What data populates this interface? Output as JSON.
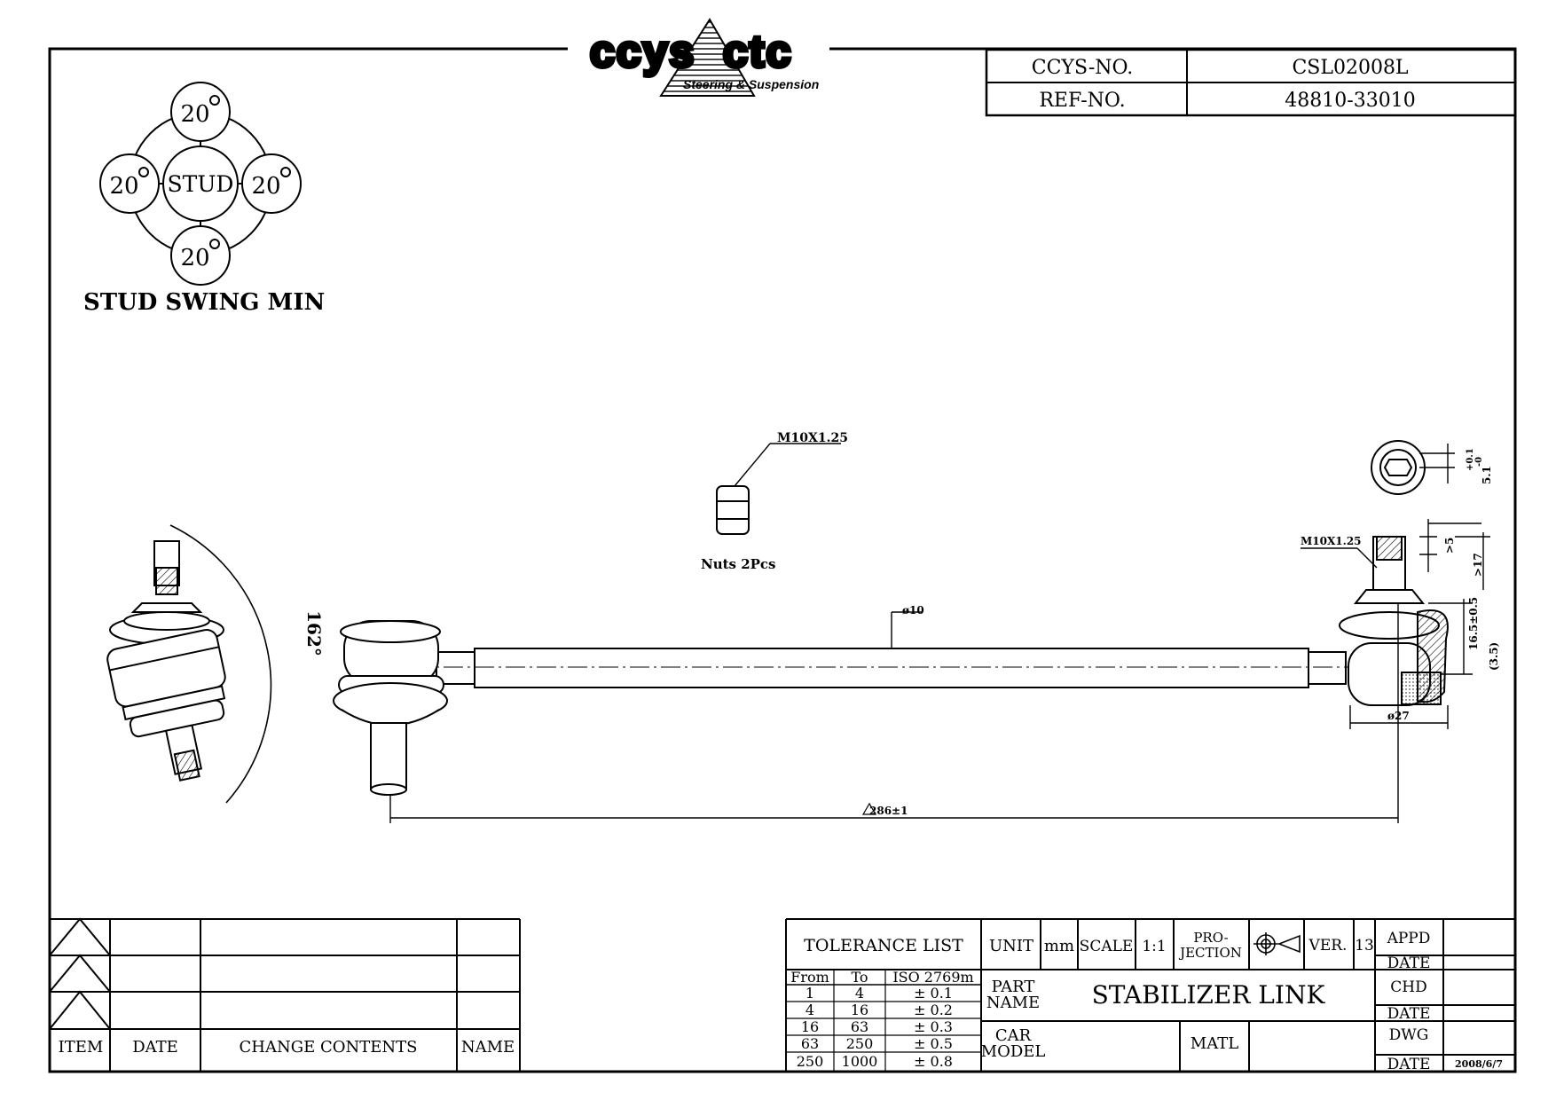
{
  "logo": {
    "brand": "CCYS CTC",
    "tagline": "Steering & Suspension"
  },
  "header_table": {
    "ccys_no_label": "CCYS-NO.",
    "ccys_no_value": "CSL02008L",
    "ref_no_label": "REF-NO.",
    "ref_no_value": "48810-33010"
  },
  "stud_swing": {
    "center_label": "STUD",
    "top": "20",
    "left": "20",
    "right": "20",
    "bottom": "20",
    "caption": "STUD SWING MIN"
  },
  "drawing": {
    "nut_thread": "M10X1.25",
    "nut_caption": "Nuts 2Pcs",
    "rod_diameter": "ø10",
    "swing_angle": "162°",
    "right_thread": "M10X1.25",
    "hex_dim": "5.1",
    "hex_tol_plus": "+0.1",
    "hex_tol_minus": "-0",
    "dim_gt5": ">5",
    "dim_gt17": ">17",
    "dim_165": "16.5±0.5",
    "dim_35": "(3.5)",
    "dim_phi27": "ø27",
    "length": "286±1"
  },
  "revision_table": {
    "headers": [
      "ITEM",
      "DATE",
      "CHANGE CONTENTS",
      "NAME"
    ]
  },
  "title_block": {
    "tolerance_title": "TOLERANCE LIST",
    "tol_headers": [
      "From",
      "To",
      "ISO 2769m"
    ],
    "tol_rows": [
      [
        "1",
        "4",
        "± 0.1"
      ],
      [
        "4",
        "16",
        "± 0.2"
      ],
      [
        "16",
        "63",
        "± 0.3"
      ],
      [
        "63",
        "250",
        "± 0.5"
      ],
      [
        "250",
        "1000",
        "± 0.8"
      ]
    ],
    "unit_label": "UNIT",
    "unit_value": "mm",
    "scale_label": "SCALE",
    "scale_value": "1:1",
    "projection_label_1": "PRO-",
    "projection_label_2": "JECTION",
    "ver_label": "VER.",
    "ver_value": "13",
    "appd": "APPD",
    "date1": "DATE",
    "chd": "CHD",
    "date2": "DATE",
    "dwg": "DWG",
    "date3": "DATE",
    "date3_value": "2008/6/7",
    "part_name_1": "PART",
    "part_name_2": "NAME",
    "part_name_value": "STABILIZER LINK",
    "car_model_1": "CAR",
    "car_model_2": "MODEL",
    "matl": "MATL"
  }
}
